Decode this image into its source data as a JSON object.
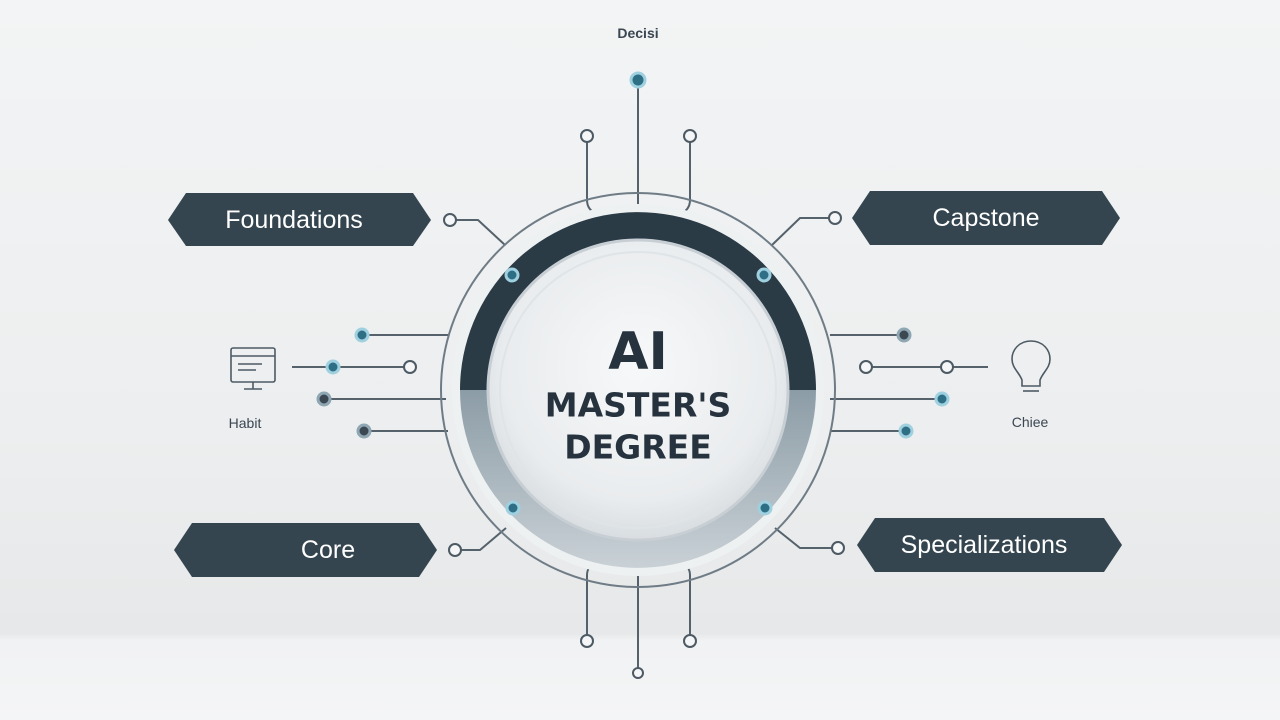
{
  "diagram": {
    "top_label": "Decisi",
    "center": {
      "line1": "AI",
      "line2": "MASTER'S",
      "line3": "DEGREE"
    },
    "tags": {
      "foundations": "Foundations",
      "capstone": "Capstone",
      "core": "Core",
      "specializations": "Specializations"
    },
    "left_icon_label": "Habit",
    "right_icon_label": "Chiee",
    "icons": {
      "left": "monitor-icon",
      "right": "lightbulb-icon"
    }
  },
  "colors": {
    "tag_fill": "#34454f",
    "ring_dark": "#2a3b46",
    "ring_light": "#8a9aa4",
    "accent_blue": "#2f6f86",
    "background": "#eef0f1"
  }
}
